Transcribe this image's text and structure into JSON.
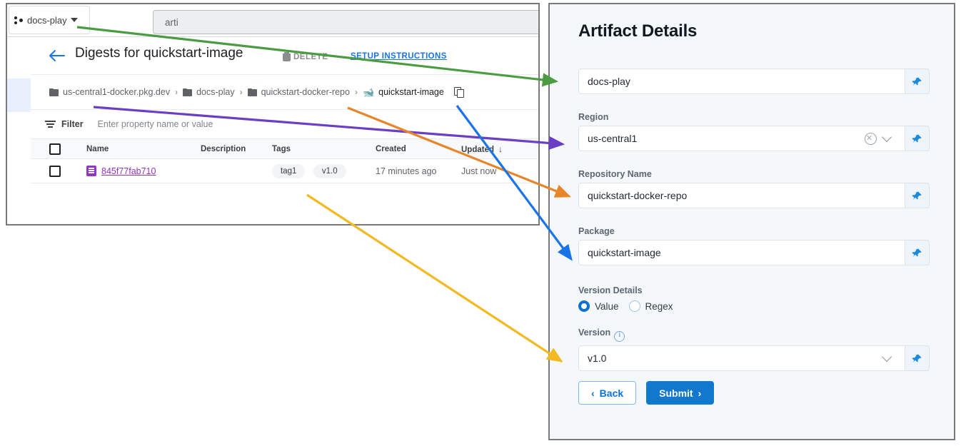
{
  "left_panel": {
    "topbar": {
      "project_selector": "docs-play",
      "project_icon": "dots-icon",
      "caret_icon": "chevron-down-icon",
      "search_value": "arti"
    },
    "page": {
      "back_icon": "back-arrow-icon",
      "title": "Digests for quickstart-image",
      "delete_label": "DELETE",
      "delete_icon": "trash-icon",
      "setup_link": "SETUP INSTRUCTIONS"
    },
    "breadcrumb": {
      "items": [
        {
          "label": "us-central1-docker.pkg.dev",
          "icon": "folder-icon"
        },
        {
          "label": "docs-play",
          "icon": "folder-icon"
        },
        {
          "label": "quickstart-docker-repo",
          "icon": "folder-icon"
        },
        {
          "label": "quickstart-image",
          "icon": "docker-icon"
        }
      ],
      "separator": "›",
      "copy_icon": "copy-icon"
    },
    "filter": {
      "icon": "filter-icon",
      "label": "Filter",
      "placeholder": "Enter property name or value"
    },
    "table": {
      "columns": [
        "Name",
        "Description",
        "Tags",
        "Created",
        "Updated"
      ],
      "sort_column": "Updated",
      "sort_icon": "arrow-down-icon",
      "rows": [
        {
          "name": "845f77fab710",
          "name_icon": "digest-icon",
          "description": "",
          "tags": [
            "tag1",
            "v1.0"
          ],
          "created": "17 minutes ago",
          "updated": "Just now",
          "menu_icon": "kebab-menu-icon"
        }
      ]
    }
  },
  "right_panel": {
    "title": "Artifact Details",
    "fields": [
      {
        "label": "",
        "value": "docs-play",
        "name": "project-field",
        "has_clear": false,
        "has_chevron": false,
        "pin_icon": "pin-icon"
      },
      {
        "label": "Region",
        "value": "us-central1",
        "name": "region-field",
        "has_clear": true,
        "has_chevron": true,
        "pin_icon": "pin-icon"
      },
      {
        "label": "Repository Name",
        "value": "quickstart-docker-repo",
        "name": "repository-name-field",
        "has_clear": false,
        "has_chevron": false,
        "pin_icon": "pin-icon"
      },
      {
        "label": "Package",
        "value": "quickstart-image",
        "name": "package-field",
        "has_clear": false,
        "has_chevron": false,
        "pin_icon": "pin-icon"
      }
    ],
    "version_details": {
      "label": "Version Details",
      "options": [
        {
          "label": "Value",
          "selected": true
        },
        {
          "label": "Regex",
          "selected": false
        }
      ]
    },
    "version": {
      "label": "Version",
      "info_icon": "info-icon",
      "value": "v1.0",
      "has_chevron": true,
      "pin_icon": "pin-icon"
    },
    "buttons": {
      "back": "Back",
      "back_icon": "chevron-left-icon",
      "submit": "Submit",
      "submit_icon": "chevron-right-icon"
    }
  },
  "annotations": {
    "arrows": [
      {
        "name": "arrow-project",
        "color": "#4a9b42"
      },
      {
        "name": "arrow-region",
        "color": "#6b3fc4"
      },
      {
        "name": "arrow-repository",
        "color": "#e8852a"
      },
      {
        "name": "arrow-package",
        "color": "#1a73e8"
      },
      {
        "name": "arrow-version",
        "color": "#f2b922"
      }
    ]
  }
}
